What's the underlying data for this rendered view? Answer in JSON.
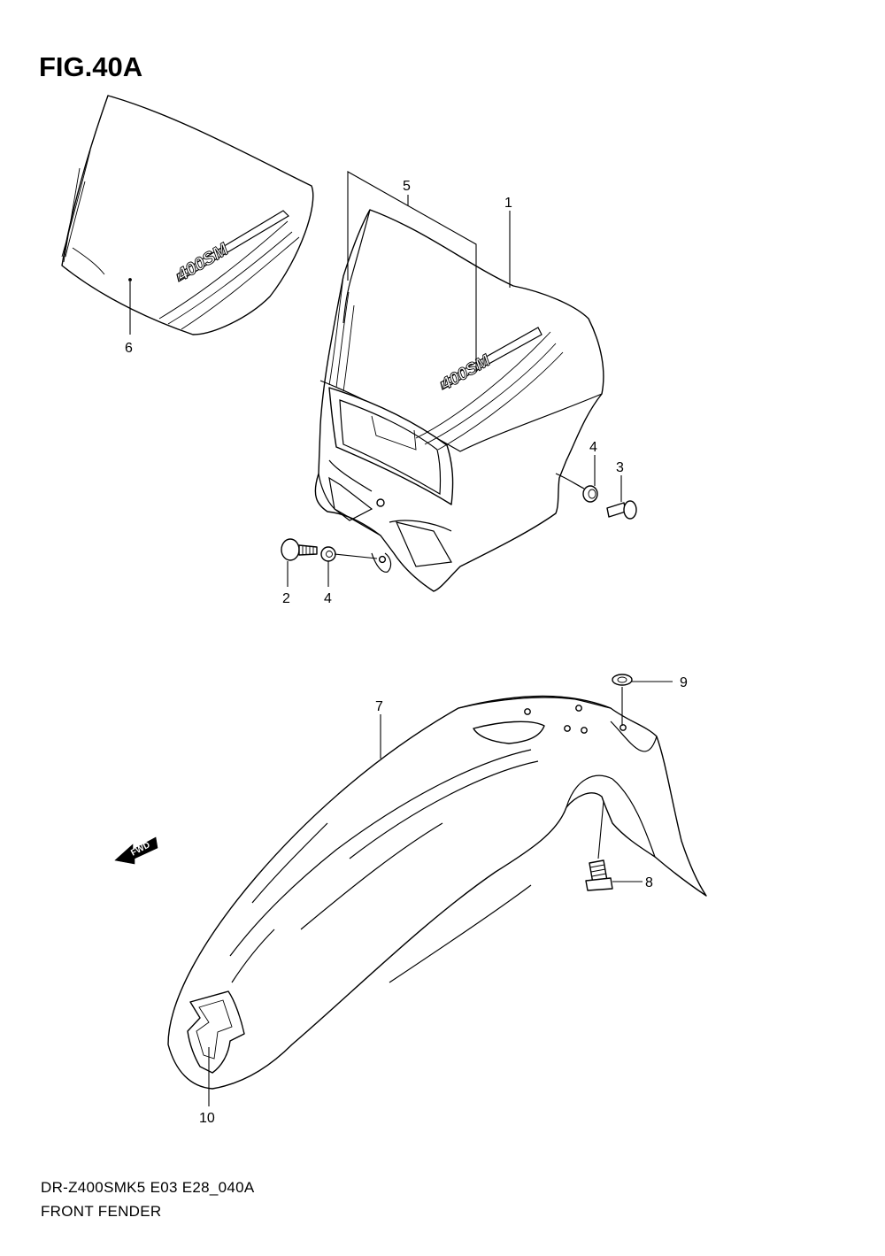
{
  "figure": {
    "title": "FIG.40A",
    "model_code": "DR-Z400SMK5 E03 E28_040A",
    "section_name": "FRONT FENDER"
  },
  "decal_text": "400SM",
  "fwd_label": "FWD",
  "callouts": [
    {
      "id": "c1",
      "label": "1"
    },
    {
      "id": "c2",
      "label": "2"
    },
    {
      "id": "c3",
      "label": "3"
    },
    {
      "id": "c4a",
      "label": "4"
    },
    {
      "id": "c4b",
      "label": "4"
    },
    {
      "id": "c5",
      "label": "5"
    },
    {
      "id": "c6",
      "label": "6"
    },
    {
      "id": "c7",
      "label": "7"
    },
    {
      "id": "c8",
      "label": "8"
    },
    {
      "id": "c9",
      "label": "9"
    },
    {
      "id": "c10",
      "label": "10"
    }
  ]
}
